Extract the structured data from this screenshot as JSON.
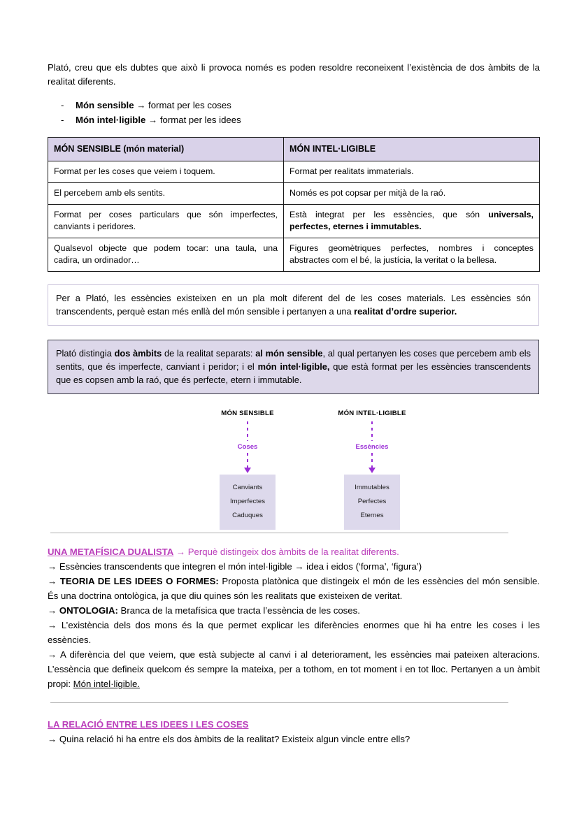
{
  "document": {
    "intro": {
      "paragraph": "Plató, creu que els dubtes que això li provoca només es poden resoldre reconeixent l’existència de dos àmbits de la realitat diferents.",
      "bullet_marker": "-",
      "bullets": [
        {
          "bold": "Món sensible",
          "rest": " → format per les coses"
        },
        {
          "bold": "Món intel·ligible",
          "rest": " → format per les idees"
        }
      ]
    },
    "comparison_table": {
      "headers": [
        "MÓN SENSIBLE (món material)",
        "MÓN INTEL·LIGIBLE"
      ],
      "rows": [
        {
          "left": "Format per les coses que veiem i toquem.",
          "right_pre": "Format per realitats immaterials.",
          "right_bold": "",
          "right_post": ""
        },
        {
          "left": "El percebem amb els sentits.",
          "right_pre": "Només es pot copsar per mitjà de la raó.",
          "right_bold": "",
          "right_post": ""
        },
        {
          "left": "Format per coses particulars que són imperfectes, canviants i peridores.",
          "right_pre": "Està integrat per les essències, que són ",
          "right_bold": "universals, perfectes, eternes i immutables.",
          "right_post": ""
        },
        {
          "left": "Qualsevol objecte que podem tocar: una taula, una cadira, un ordinador…",
          "right_pre": "Figures geomètriques perfectes, nombres i conceptes abstractes com el bé, la justícia, la veritat o la bellesa.",
          "right_bold": "",
          "right_post": ""
        }
      ]
    },
    "callout_one": {
      "text_pre": "Per a Plató, les essències existeixen en un pla molt diferent del de les coses materials. Les essències són transcendents, perquè estan més enllà del món sensible i pertanyen a una ",
      "text_bold": "realitat d’ordre superior.",
      "text_post": ""
    },
    "callout_two": {
      "p1": "Plató distingia ",
      "b1": "dos àmbits",
      "p2": " de la realitat separats: ",
      "b2": "al món sensible",
      "p3": ", al qual pertanyen les coses que percebem amb els sentits, que és imperfecte, canviant i peridor; i el ",
      "b3": "món intel·ligible,",
      "p4": " que està format per les essències transcendents que es copsen amb la raó, que és perfecte, etern i immutable."
    },
    "diagram": {
      "columns": [
        {
          "title": "MÓN SENSIBLE",
          "middle_label": "Coses",
          "box_items": [
            "Canviants",
            "Imperfectes",
            "Caduques"
          ]
        },
        {
          "title": "MÓN INTEL·LIGIBLE",
          "middle_label": "Essències",
          "box_items": [
            "Immutables",
            "Perfectes",
            "Eternes"
          ]
        }
      ]
    },
    "section_metafisica": {
      "heading": "UNA METAFÍSICA DUALISTA",
      "heading_tail": " → Perquè distingeix dos àmbits de la realitat diferents.",
      "lines": [
        {
          "arrow": "→ ",
          "bold": "",
          "text": "Essències transcendents que integren el món intel·ligible → idea i eidos (‘forma’, ‘figura’)"
        },
        {
          "arrow": "→ ",
          "bold": "TEORIA DE LES IDEES O FORMES:",
          "text": " Proposta platònica que distingeix el món de les essències del món sensible. És una doctrina ontològica, ja que diu quines són les realitats que existeixen de veritat."
        },
        {
          "arrow": "→ ",
          "bold": "ONTOLOGIA:",
          "text": " Branca de la metafísica que tracta l’essència de les coses."
        },
        {
          "arrow": "→ ",
          "bold": "",
          "text": "L’existència dels dos mons és la que permet explicar les diferències enormes que hi ha entre les coses i les essències."
        }
      ],
      "last_line": {
        "arrow": "→ ",
        "text": "A diferència del que veiem, que està subjecte al canvi i al deteriorament, les essències mai pateixen alteracions. L’essència que defineix quelcom és sempre la mateixa, per a tothom, en tot moment i en tot lloc. Pertanyen a un àmbit propi: ",
        "underlined": "Món intel·ligible."
      }
    },
    "section_relacio": {
      "heading": "LA RELACIÓ ENTRE LES IDEES I LES COSES",
      "line": "→ Quina relació hi ha entre els dos àmbits de la realitat? Existeix algun vincle entre ells?"
    },
    "colors": {
      "table_header_bg": "#d9d2e9",
      "callout_fill_bg": "#ddd8ea",
      "diagram_box_bg": "#ddd9ec",
      "accent_purple": "#9a2ed6",
      "heading_magenta": "#bb3fbb",
      "divider_gray": "#b0b0b0"
    }
  }
}
